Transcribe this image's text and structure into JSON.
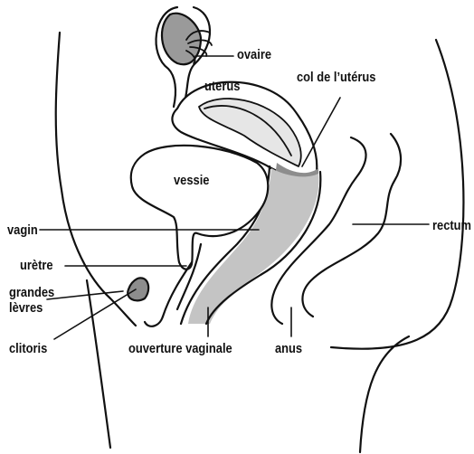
{
  "labels": {
    "ovaire": "ovaire",
    "uterus": "uterus",
    "col": "col de l’utérus",
    "vessie": "vessie",
    "vagin": "vagin",
    "rectum": "rectum",
    "uretre": "urètre",
    "grandes": "grandes",
    "levres": "lèvres",
    "clitoris": "clitoris",
    "ouverture": "ouverture vaginale",
    "anus": "anus"
  },
  "colors": {
    "stroke": "#111111",
    "light_gray": "#c8c8c8",
    "mid_gray": "#a0a0a0",
    "dark_gray": "#7a7a7a"
  }
}
